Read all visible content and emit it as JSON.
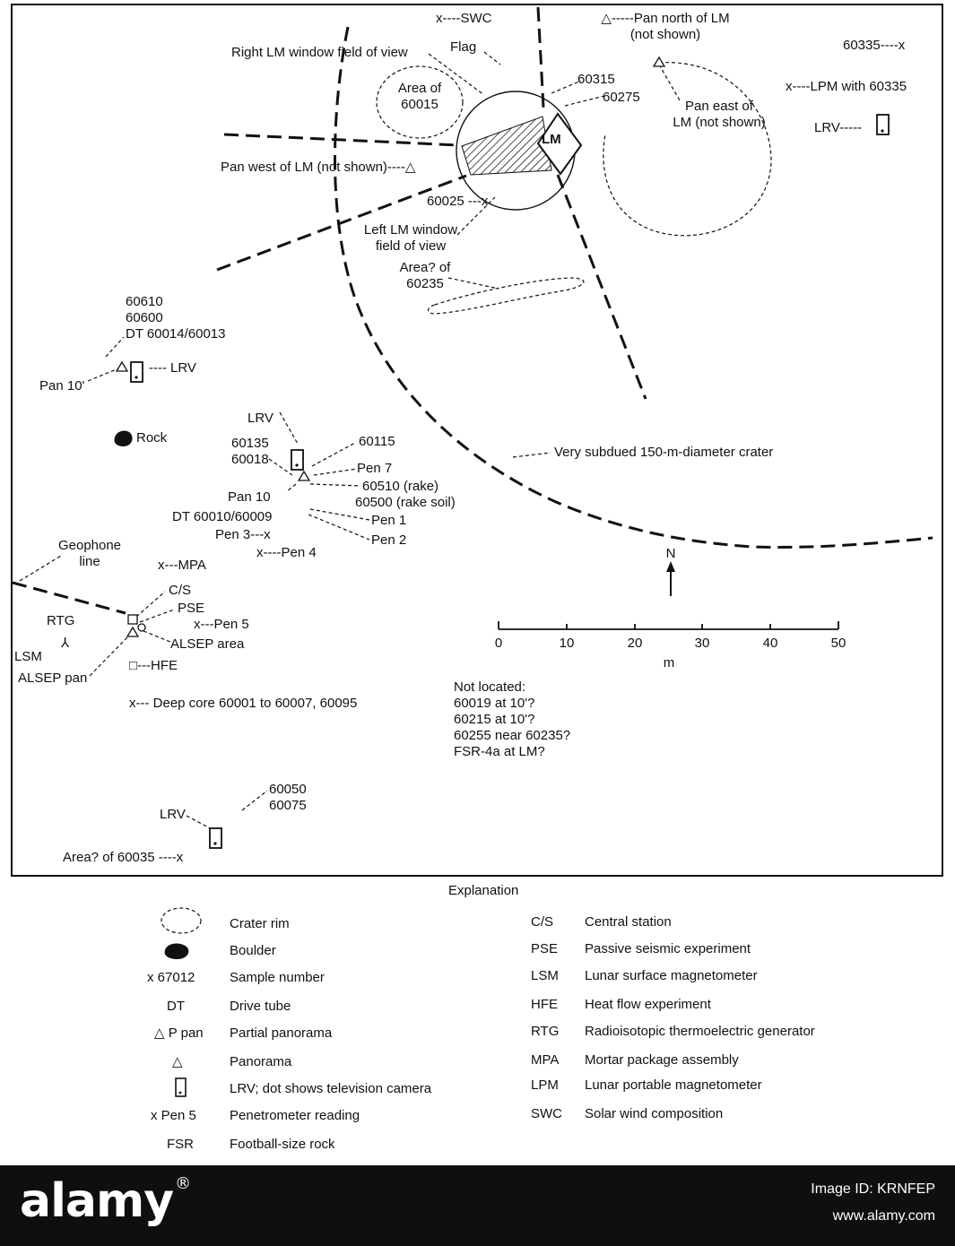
{
  "map": {
    "lm": "LM",
    "swc": "x----SWC",
    "pan_north": "△-----Pan north of LM\n(not shown)",
    "flag": "Flag",
    "right_window": "Right LM window field of view",
    "area_60015": "Area of\n60015",
    "s60315": "60315",
    "s60275": "60275",
    "pan_east": "Pan east of\nLM (not shown)",
    "s60335": "60335----x",
    "lpm": "x----LPM with 60335",
    "lrv_ne": "LRV-----",
    "pan_west": "Pan west of LM (not shown)----△",
    "s60025": "60025 ---x",
    "left_window": "Left LM window\nfield of view",
    "area_60235": "Area? of\n60235",
    "dt_60014": "60610\n60600\nDT 60014/60013",
    "pan10p": "Pan 10'",
    "lrv_w": "LRV",
    "rock": "Rock",
    "lrv_c": "LRV",
    "s60135": "60135\n60018",
    "s60115": "60115",
    "pen7": "Pen 7",
    "rake": "60510 (rake)",
    "rake_soil": "60500 (rake soil)",
    "pan10": "Pan 10",
    "dt_60010": "DT 60010/60009",
    "pen1": "Pen 1",
    "pen3": "Pen 3---x",
    "pen2": "Pen 2",
    "pen4": "x----Pen 4",
    "crater": "Very subdued 150-m-diameter crater",
    "geophone": "Geophone\nline",
    "mpa": "x---MPA",
    "cs": "C/S",
    "pse": "PSE",
    "rtg": "RTG",
    "pen5": "x---Pen 5",
    "alsep_area": "ALSEP area",
    "lsm": "LSM",
    "hfe": "□---HFE",
    "alsep_pan": "ALSEP pan",
    "deep_core": "x--- Deep core 60001 to 60007, 60095",
    "north": "N",
    "scale_ticks": [
      "0",
      "10",
      "20",
      "30",
      "40",
      "50"
    ],
    "scale_unit": "m",
    "not_located": "Not located:\n60019 at 10'?\n60215 at 10'?\n60255 near 60235?\nFSR-4a at LM?",
    "s60050": "60050\n60075",
    "lrv_s": "LRV",
    "area_60035": "Area? of 60035 ----x"
  },
  "legend": {
    "title": "Explanation",
    "left": [
      {
        "symbol": "",
        "label": "Crater rim"
      },
      {
        "symbol": "",
        "label": "Boulder"
      },
      {
        "symbol": "x  67012",
        "label": "Sample number"
      },
      {
        "symbol": "DT",
        "label": "Drive tube"
      },
      {
        "symbol": "△ P pan",
        "label": "Partial panorama"
      },
      {
        "symbol": "△",
        "label": "Panorama"
      },
      {
        "symbol": "",
        "label": "LRV; dot shows television camera"
      },
      {
        "symbol": "x  Pen 5",
        "label": "Penetrometer reading"
      },
      {
        "symbol": "FSR",
        "label": "Football-size rock"
      }
    ],
    "right": [
      {
        "abbr": "C/S",
        "label": "Central station"
      },
      {
        "abbr": "PSE",
        "label": "Passive seismic experiment"
      },
      {
        "abbr": "LSM",
        "label": "Lunar surface magnetometer"
      },
      {
        "abbr": "HFE",
        "label": "Heat flow experiment"
      },
      {
        "abbr": "RTG",
        "label": "Radioisotopic thermoelectric generator"
      },
      {
        "abbr": "MPA",
        "label": "Mortar package assembly"
      },
      {
        "abbr": "LPM",
        "label": "Lunar portable magnetometer"
      },
      {
        "abbr": "SWC",
        "label": "Solar wind composition"
      }
    ]
  },
  "footer": {
    "logo": "alamy",
    "image_id": "Image ID: KRNFEP",
    "url": "www.alamy.com"
  }
}
